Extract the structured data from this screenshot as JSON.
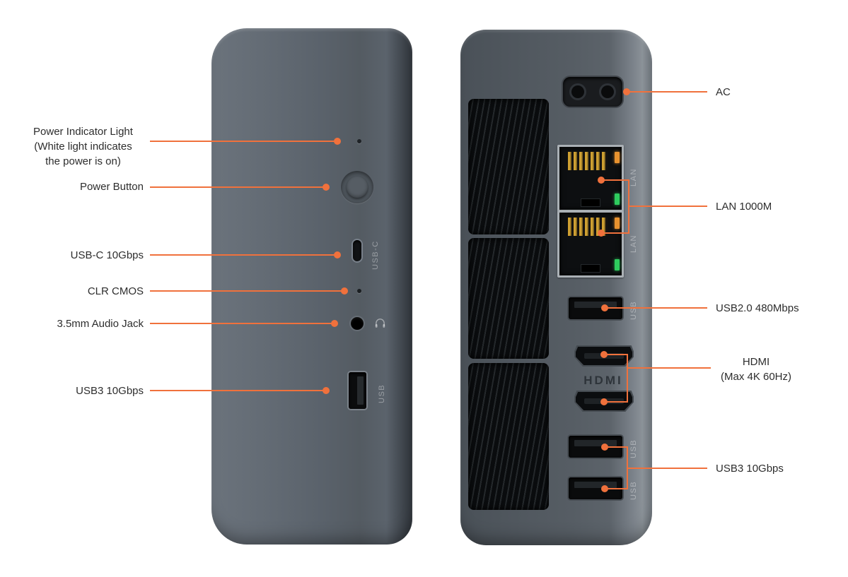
{
  "colors": {
    "accent": "#f0713c",
    "label_text": "#2d2d2d"
  },
  "front_panel": {
    "usbc_label": "USB-C",
    "usb_label": "USB"
  },
  "rear_panel": {
    "lan1_label": "LAN",
    "lan2_label": "LAN",
    "usb20_label": "USB",
    "hdmi_text": "HDMI",
    "usb3_1_label": "USB",
    "usb3_2_label": "USB"
  },
  "callouts": {
    "power_indicator": {
      "line1": "Power Indicator Light",
      "line2": "(White light indicates",
      "line3": "the power is on)"
    },
    "power_button": {
      "label": "Power Button"
    },
    "usb_c": {
      "label": "USB-C 10Gbps"
    },
    "clr_cmos": {
      "label": "CLR CMOS"
    },
    "audio_jack": {
      "label": "3.5mm Audio Jack"
    },
    "usb3_front": {
      "label": "USB3 10Gbps"
    },
    "ac": {
      "label": "AC"
    },
    "lan": {
      "label": "LAN 1000M"
    },
    "usb20": {
      "label": "USB2.0 480Mbps"
    },
    "hdmi": {
      "line1": "HDMI",
      "line2": "(Max 4K 60Hz)"
    },
    "usb3_rear": {
      "label": "USB3 10Gbps"
    }
  }
}
